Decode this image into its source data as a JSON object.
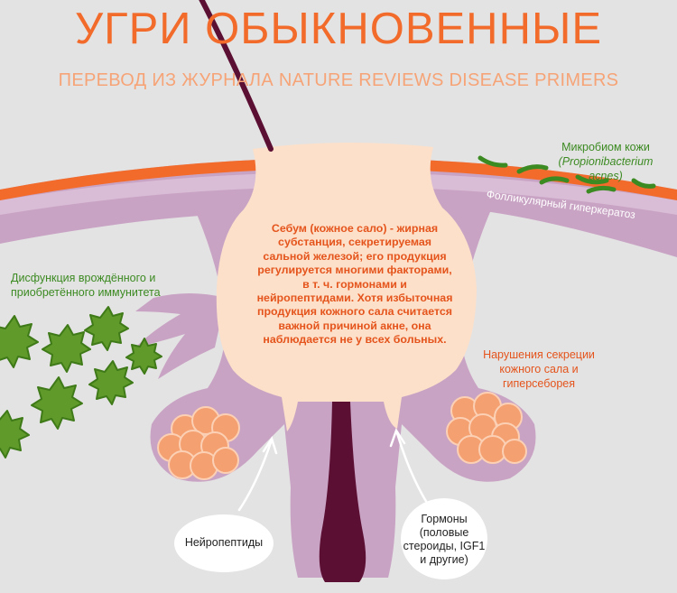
{
  "title": "УГРИ ОБЫКНОВЕННЫЕ",
  "subtitle": "ПЕРЕВОД ИЗ ЖУРНАЛА NATURE REVIEWS DISEASE PRIMERS",
  "labels": {
    "microbiome_line1": "Микробиом кожи",
    "microbiome_line2": "(Propionibacterium acnes)",
    "hyperkeratosis": "Фолликулярный гиперкератоз",
    "immunity_line1": "Дисфункция врождённого и",
    "immunity_line2": "приобретённого иммунитета",
    "secretion_line1": "Нарушения секреции",
    "secretion_line2": "кожного сала и",
    "secretion_line3": "гиперсеборея",
    "sebum_text": "Себум (кожное сало) - жирная субстанция, секретируемая сальной железой; его продукция регулируется многими факторами, в т. ч. гормонами и нейропептидами. Хотя избыточная продукция кожного сала считается важной причиной акне, она наблюдается не у всех больных.",
    "neuropeptides": "Нейропептиды",
    "hormones_line1": "Гормоны",
    "hormones_line2": "(половые",
    "hormones_line3": "стероиды, IGF1",
    "hormones_line4": "и другие)"
  },
  "colors": {
    "background": "#e3e3e3",
    "title_orange": "#f26b2a",
    "skin_orange": "#f26b2a",
    "tissue_purple": "#c9a3c4",
    "sebum_fill": "#fde0c9",
    "hair_dark": "#5b0f33",
    "bacteria_green": "#3c8a22",
    "gland_orange": "#f5a071",
    "text_green": "#3c8a22",
    "text_orange": "#e4541c"
  }
}
